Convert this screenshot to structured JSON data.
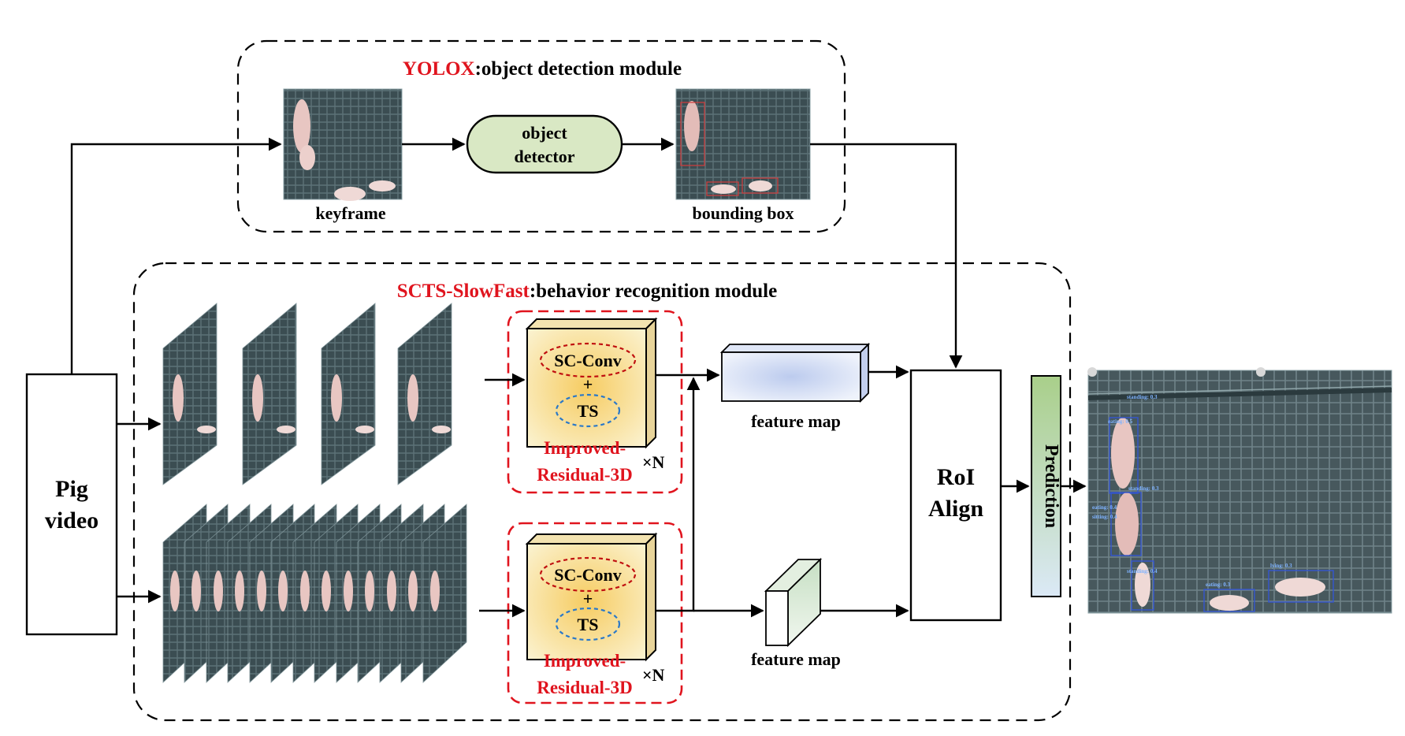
{
  "colors": {
    "red_accent": "#e0141e",
    "detector_fill": "#d9e8c4",
    "prediction_fill_top": "#a9cf8a",
    "prediction_fill_bottom": "#dbe9f6",
    "fast_map": "#c6dfc3",
    "slow_map": "#bccbee",
    "cube_core": "#f6cc62",
    "frame_dark": "#3b4d52"
  },
  "input": {
    "label_line1": "Pig",
    "label_line2": "video"
  },
  "yolox": {
    "title_red": "YOLOX",
    "title_rest": ":object detection module",
    "detector_line1": "object",
    "detector_line2": "detector",
    "keyframe_label": "keyframe",
    "bbox_label": "bounding box"
  },
  "slowfast": {
    "title_red": "SCTS-SlowFast",
    "title_rest": ":behavior recognition module",
    "slow_block": {
      "sc_conv": "SC-Conv",
      "plus": "+",
      "ts": "TS",
      "name_line1": "Improved-",
      "name_line2": "Residual-3D",
      "repeat": "×N"
    },
    "fast_block": {
      "sc_conv": "SC-Conv",
      "plus": "+",
      "ts": "TS",
      "name_line1": "Improved-",
      "name_line2": "Residual-3D",
      "repeat": "×N"
    },
    "slow_feature_label": "feature map",
    "fast_feature_label": "feature map"
  },
  "roi": {
    "label_line1": "RoI",
    "label_line2": "Align"
  },
  "prediction": {
    "label": "Prediction"
  },
  "output_detections": [
    "standing: 0.3",
    "eating: 0.5",
    "standing: 0.3",
    "eating: 0.4",
    "sitting: 0.4",
    "standing: 0.4",
    "lying: 0.3",
    "eating: 0.3"
  ]
}
